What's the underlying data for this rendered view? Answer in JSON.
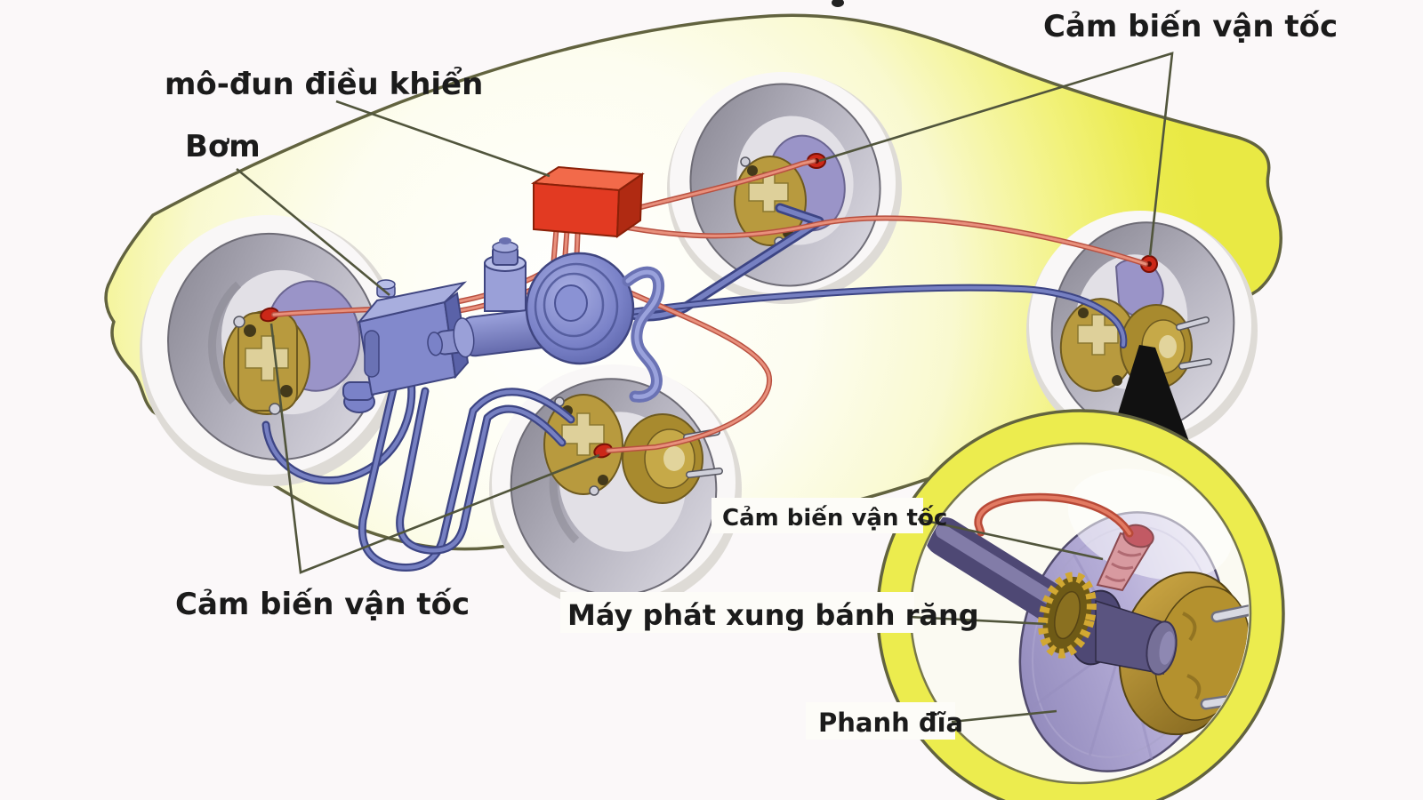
{
  "labels": {
    "control_module": "mô-đun điều khiển",
    "pump": "Bơm",
    "speed_sensor_top_right": "Cảm biến vận tốc",
    "speed_sensor_bottom_left": "Cảm biến vận tốc",
    "speed_sensor_inset": "Cảm biến vận tốc",
    "pulse_generator": "Máy phát xung bánh răng",
    "disc_brake": "Phanh đĩa"
  },
  "colors": {
    "car_body_yellow": "#eaea48",
    "outline_olive": "#62633f",
    "module_red": "#e23a22",
    "hydraulic_line_blue": "#5b66b0",
    "sensor_wire_salmon": "#e0806e",
    "caliper_gold": "#b89a3e",
    "brake_disc_purple": "#9a94c8",
    "tire_grey": "#b4b2bc",
    "label_text": "#1b1b1b"
  }
}
